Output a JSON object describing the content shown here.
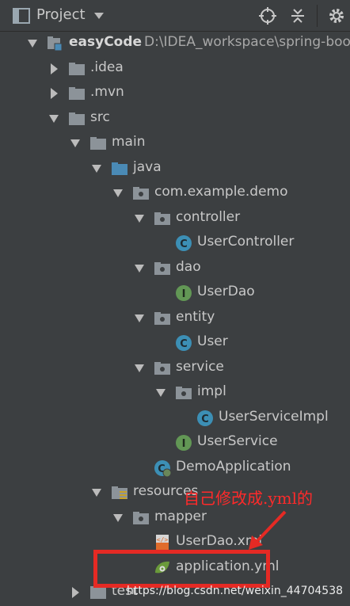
{
  "toolbar": {
    "title": "Project",
    "dropdown_icon": "triangle-down",
    "icons": [
      "crosshair-icon",
      "collapse-icon",
      "gear-icon"
    ]
  },
  "tree": [
    {
      "label": "easyCode",
      "path": "D:\\IDEA_workspace\\spring-boot-t",
      "icon": "module",
      "expanded": true,
      "bold": true
    },
    {
      "label": ".idea",
      "icon": "folder",
      "expanded": false
    },
    {
      "label": ".mvn",
      "icon": "folder",
      "expanded": false
    },
    {
      "label": "src",
      "icon": "folder",
      "expanded": true
    },
    {
      "label": "main",
      "icon": "folder",
      "expanded": true
    },
    {
      "label": "java",
      "icon": "source-folder",
      "expanded": true
    },
    {
      "label": "com.example.demo",
      "icon": "package",
      "expanded": true
    },
    {
      "label": "controller",
      "icon": "package",
      "expanded": true
    },
    {
      "label": "UserController",
      "icon": "class"
    },
    {
      "label": "dao",
      "icon": "package",
      "expanded": true
    },
    {
      "label": "UserDao",
      "icon": "interface"
    },
    {
      "label": "entity",
      "icon": "package",
      "expanded": true
    },
    {
      "label": "User",
      "icon": "class"
    },
    {
      "label": "service",
      "icon": "package",
      "expanded": true
    },
    {
      "label": "impl",
      "icon": "package",
      "expanded": true
    },
    {
      "label": "UserServiceImpl",
      "icon": "class"
    },
    {
      "label": "UserService",
      "icon": "interface"
    },
    {
      "label": "DemoApplication",
      "icon": "spring-boot-class"
    },
    {
      "label": "resources",
      "icon": "resources-folder",
      "expanded": true
    },
    {
      "label": "mapper",
      "icon": "package",
      "expanded": true
    },
    {
      "label": "UserDao.xml",
      "icon": "xml-file"
    },
    {
      "label": "application.yml",
      "icon": "yml-file"
    },
    {
      "label": "test",
      "icon": "folder",
      "expanded": false
    }
  ],
  "annotation": {
    "text": "自己修改成.yml的",
    "color": "#ff2a2a"
  },
  "watermark": "https://blog.csdn.net/weixin_44704538",
  "colors": {
    "background": "#3c3f41",
    "folder": "#8c9399",
    "source_folder": "#4a8ab5",
    "class_icon": "#3c8fb5",
    "interface_icon": "#629755",
    "highlight_box": "#e52a24"
  }
}
